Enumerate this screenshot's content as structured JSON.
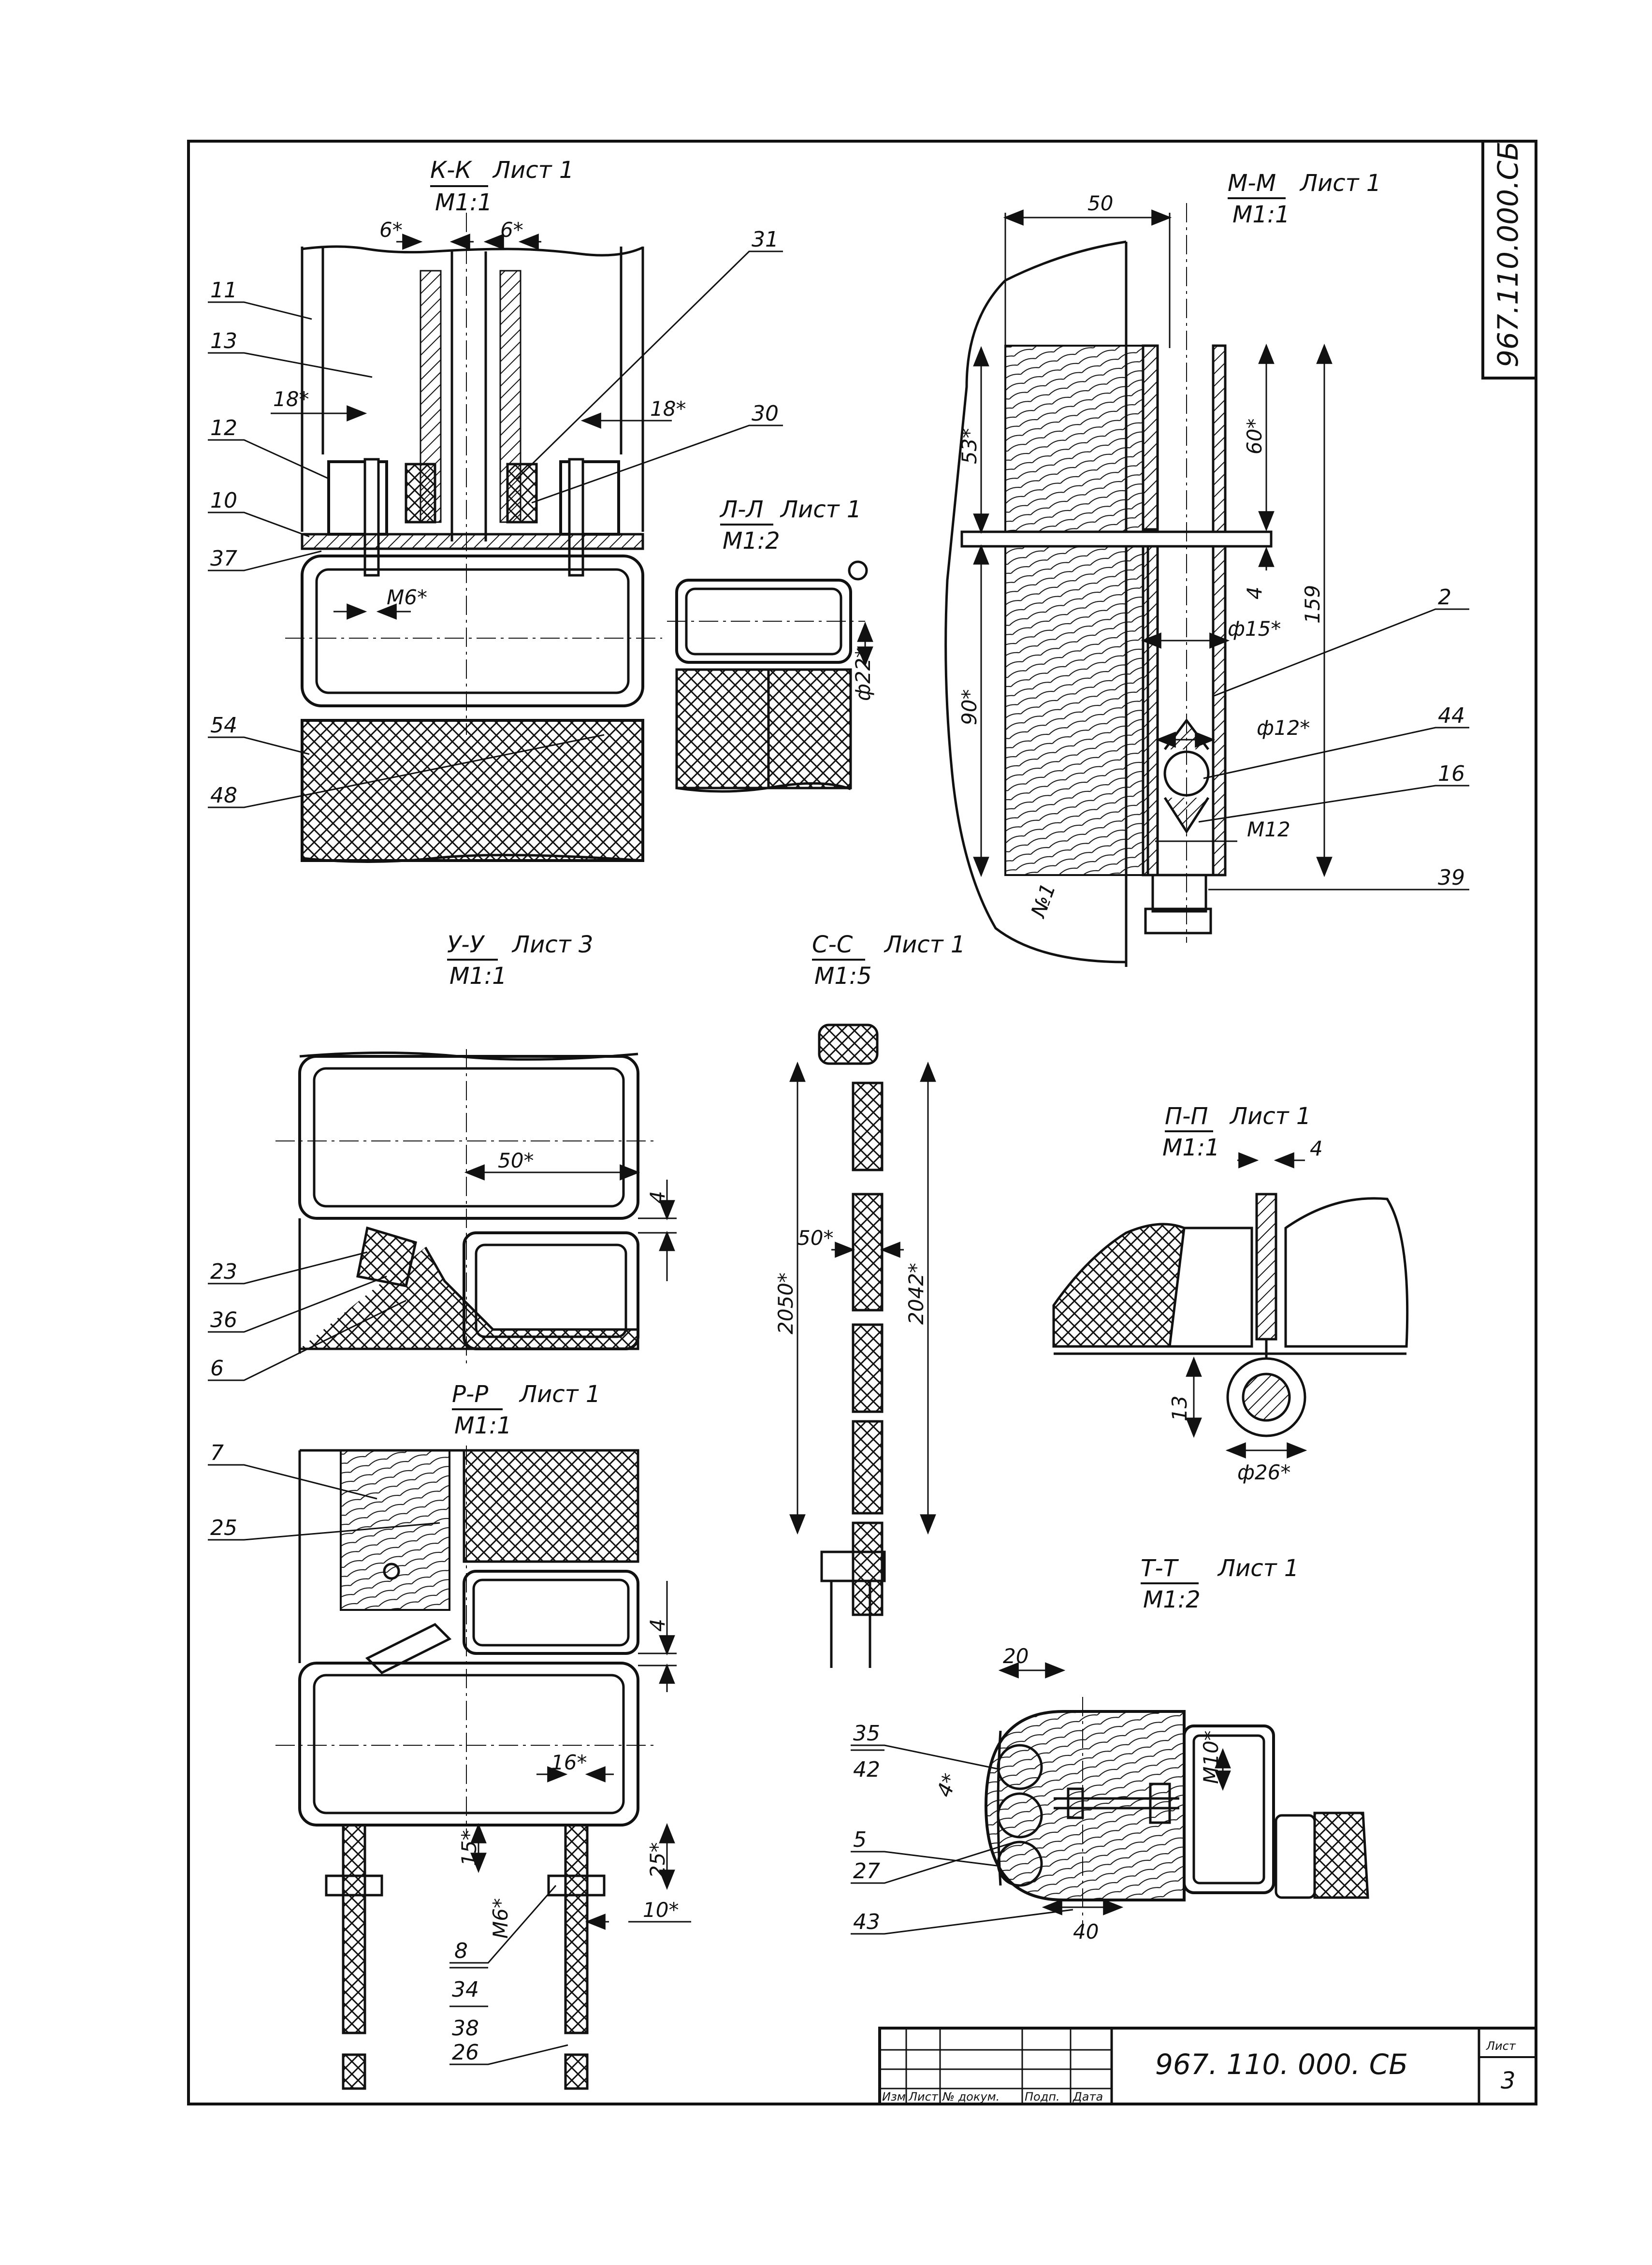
{
  "doc_code": "967.110.000.СБ",
  "title_block": {
    "code": "967. 110. 000. СБ",
    "sheet_label": "Лист",
    "sheet_number": "3",
    "columns": [
      "Изм",
      "Лист",
      "№ докум.",
      "Подп.",
      "Дата"
    ]
  },
  "sections": {
    "kk": {
      "name": "К-К",
      "ref": "Лист 1",
      "scale": "М1:1"
    },
    "mm": {
      "name": "М-М",
      "ref": "Лист 1",
      "scale": "М1:1"
    },
    "ll": {
      "name": "Л-Л",
      "ref": "Лист 1",
      "scale": "М1:2"
    },
    "uu": {
      "name": "У-У",
      "ref": "Лист 3",
      "scale": "М1:1"
    },
    "ss": {
      "name": "С-С",
      "ref": "Лист 1",
      "scale": "М1:5"
    },
    "pp": {
      "name": "П-П",
      "ref": "Лист 1",
      "scale": "М1:1"
    },
    "rr": {
      "name": "Р-Р",
      "ref": "Лист 1",
      "scale": "М1:1"
    },
    "tt": {
      "name": "Т-Т",
      "ref": "Лист 1",
      "scale": "М1:2"
    }
  },
  "dimensions": {
    "kk": [
      "6*",
      "6*",
      "18*",
      "18*",
      "М6*"
    ],
    "mm": [
      "50",
      "53*",
      "60*",
      "4",
      "159",
      "90*",
      "ф15*",
      "ф12*",
      "М12"
    ],
    "ll": [
      "ф22*"
    ],
    "uu": [
      "50*",
      "4"
    ],
    "ss": [
      "50*",
      "2050*",
      "2042*"
    ],
    "pp": [
      "4",
      "13",
      "ф26*"
    ],
    "rr": [
      "4",
      "16*",
      "15*",
      "25*",
      "М6*",
      "10*"
    ],
    "tt": [
      "20",
      "4*",
      "М10*",
      "40"
    ]
  },
  "callouts": {
    "kk": [
      "11",
      "13",
      "12",
      "10",
      "37",
      "54",
      "48",
      "31",
      "30"
    ],
    "mm": [
      "2",
      "44",
      "16",
      "39"
    ],
    "uu": [
      "23",
      "36",
      "6"
    ],
    "rr": [
      "7",
      "25",
      "8",
      "34",
      "38",
      "26"
    ],
    "tt": [
      "35",
      "42",
      "5",
      "27",
      "43"
    ]
  },
  "weld_mark": "№1"
}
